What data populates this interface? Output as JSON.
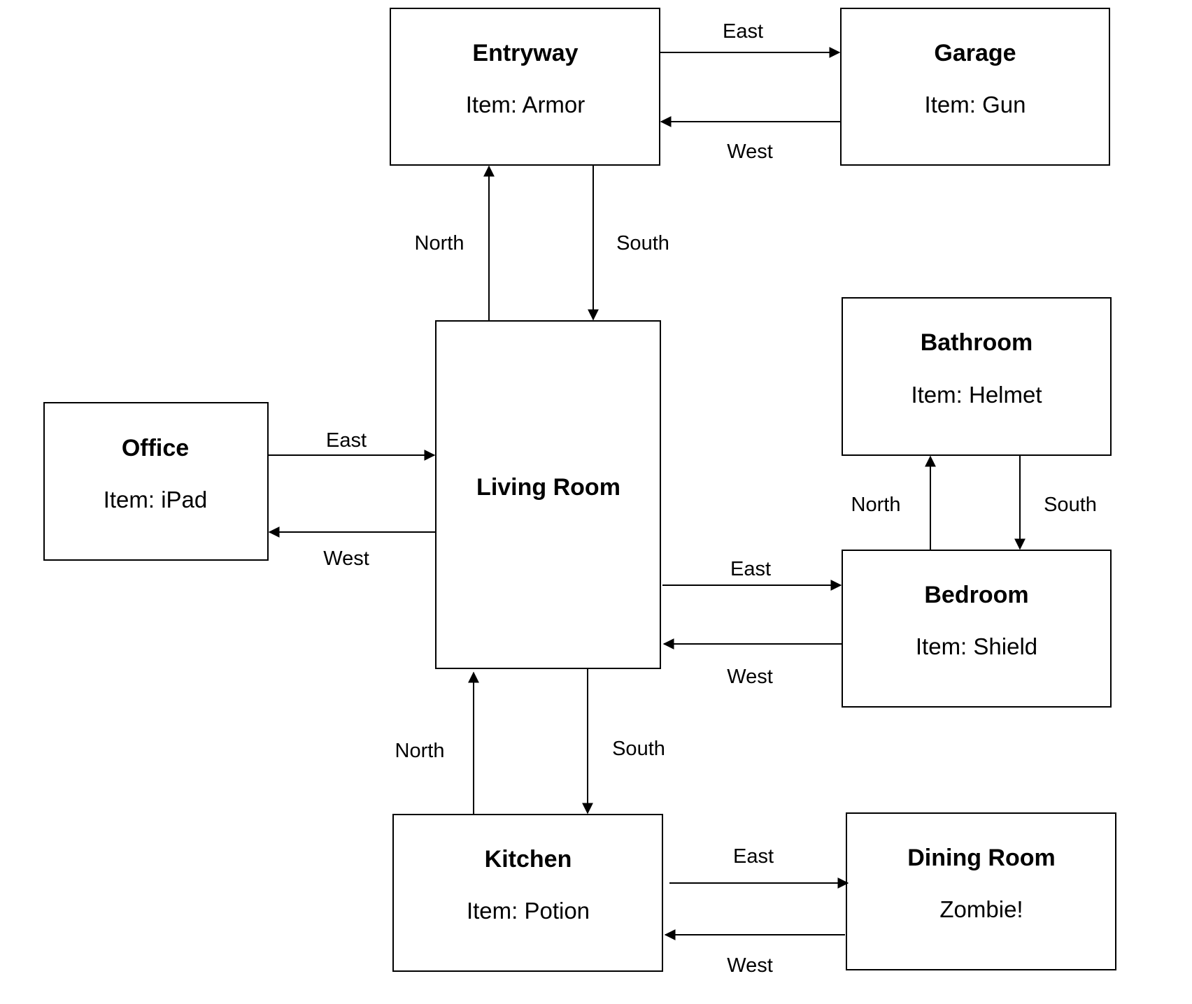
{
  "rooms": {
    "entryway": {
      "name": "Entryway",
      "item": "Item: Armor"
    },
    "garage": {
      "name": "Garage",
      "item": "Item: Gun"
    },
    "living_room": {
      "name": "Living Room"
    },
    "office": {
      "name": "Office",
      "item": "Item: iPad"
    },
    "bathroom": {
      "name": "Bathroom",
      "item": "Item: Helmet"
    },
    "bedroom": {
      "name": "Bedroom",
      "item": "Item: Shield"
    },
    "kitchen": {
      "name": "Kitchen",
      "item": "Item: Potion"
    },
    "dining_room": {
      "name": "Dining Room",
      "item": "Zombie!"
    }
  },
  "connections": {
    "entryway_to_garage": {
      "from": "Entryway",
      "to": "Garage",
      "label": "East"
    },
    "garage_to_entryway": {
      "from": "Garage",
      "to": "Entryway",
      "label": "West"
    },
    "living_to_entryway": {
      "from": "Living Room",
      "to": "Entryway",
      "label": "North"
    },
    "entryway_to_living": {
      "from": "Entryway",
      "to": "Living Room",
      "label": "South"
    },
    "office_to_living": {
      "from": "Office",
      "to": "Living Room",
      "label": "East"
    },
    "living_to_office": {
      "from": "Living Room",
      "to": "Office",
      "label": "West"
    },
    "living_to_bedroom": {
      "from": "Living Room",
      "to": "Bedroom",
      "label": "East"
    },
    "bedroom_to_living": {
      "from": "Bedroom",
      "to": "Living Room",
      "label": "West"
    },
    "bedroom_to_bathroom": {
      "from": "Bedroom",
      "to": "Bathroom",
      "label": "North"
    },
    "bathroom_to_bedroom": {
      "from": "Bathroom",
      "to": "Bedroom",
      "label": "South"
    },
    "kitchen_to_living": {
      "from": "Kitchen",
      "to": "Living Room",
      "label": "North"
    },
    "living_to_kitchen": {
      "from": "Living Room",
      "to": "Kitchen",
      "label": "South"
    },
    "kitchen_to_dining": {
      "from": "Kitchen",
      "to": "Dining Room",
      "label": "East"
    },
    "dining_to_kitchen": {
      "from": "Dining Room",
      "to": "Kitchen",
      "label": "West"
    }
  }
}
